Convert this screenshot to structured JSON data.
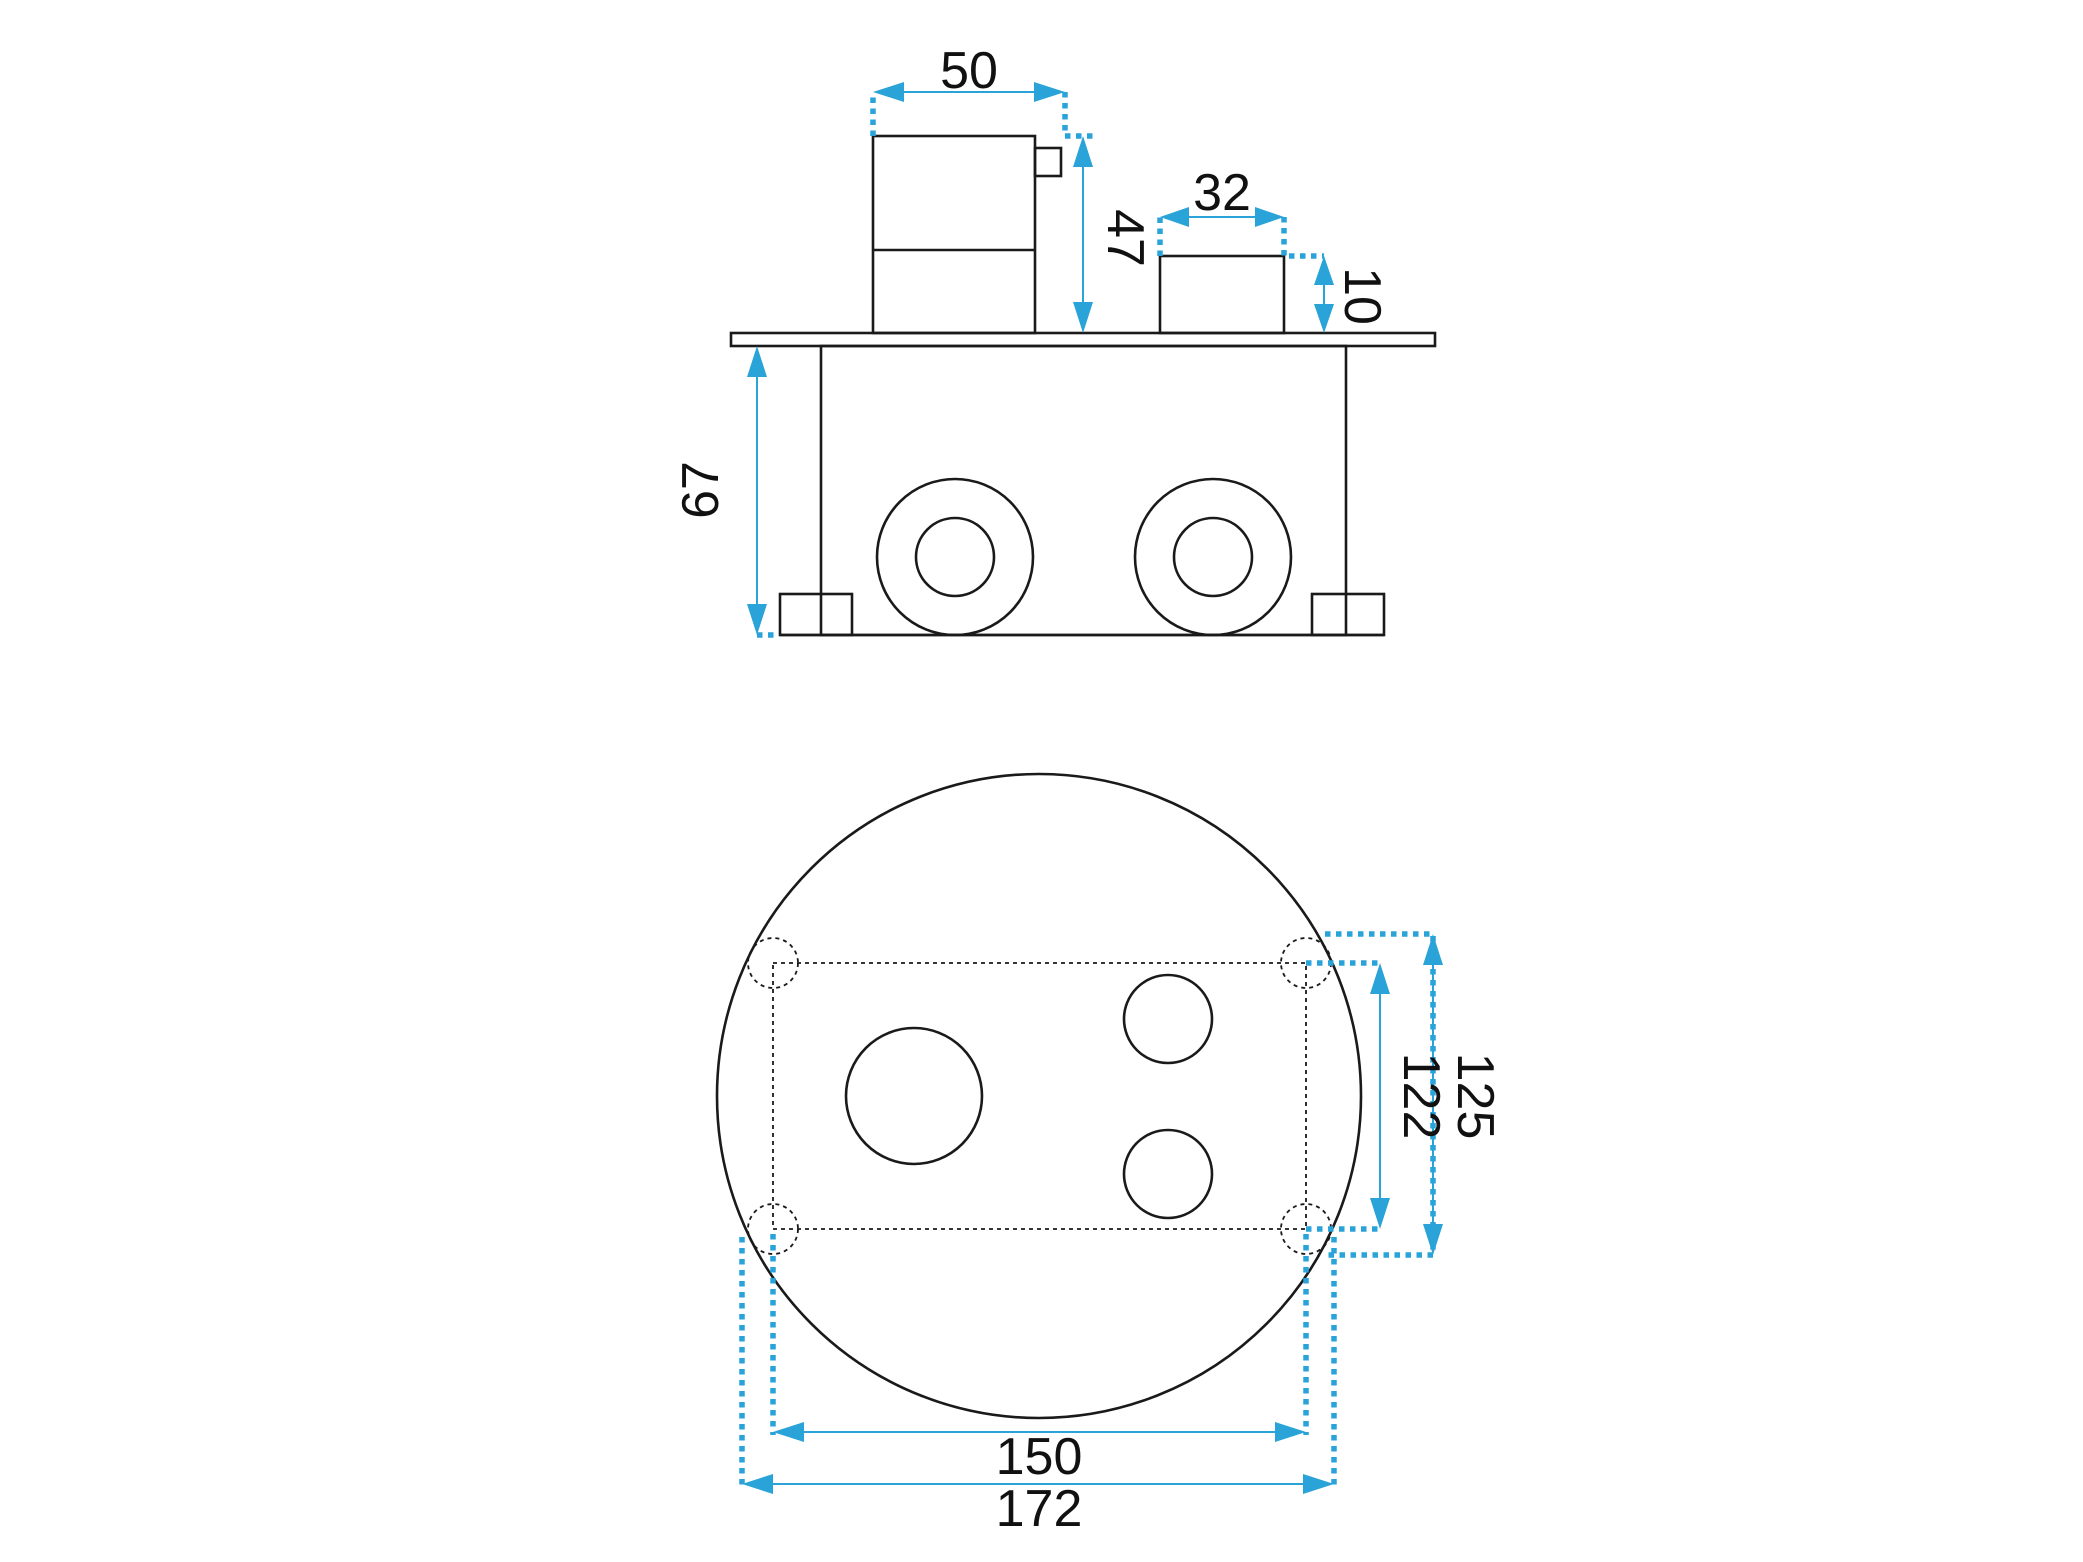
{
  "dimensions": {
    "handle_width": "50",
    "handle_height": "47",
    "knob_width": "32",
    "knob_height": "10",
    "box_depth": "67",
    "plate_height_outer": "125",
    "plate_height_inner": "122",
    "plate_width_inner": "150",
    "plate_width_outer": "172"
  },
  "colors": {
    "dimension": "#29a3d8",
    "outline": "#1a1a1a"
  }
}
